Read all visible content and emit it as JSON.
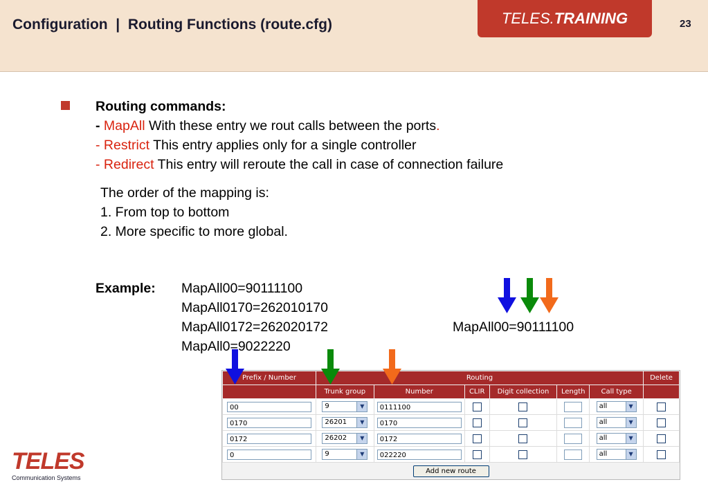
{
  "header": {
    "title": "Configuration  |  Routing Functions (route.cfg)",
    "brand_regular": "TELES.",
    "brand_bold": "TRAINING",
    "page_number": "23"
  },
  "body": {
    "heading": "Routing commands:",
    "lines": [
      {
        "prefix": "- ",
        "keyword": "MapAll",
        "text": " With these entry we rout calls between the ports",
        "suffix": "."
      },
      {
        "prefix": "- ",
        "keyword": "Restrict",
        "text": " This entry applies only for a single controller",
        "suffix": ""
      },
      {
        "prefix": "- ",
        "keyword": "Redirect",
        "text": " This entry will reroute the call in case of connection failure",
        "suffix": ""
      }
    ],
    "order_title": "The order of the mapping  is:",
    "order_items": [
      "1. From top to bottom",
      "2. More specific to more global."
    ],
    "example_label": "Example:",
    "examples": [
      "MapAll00=90111100",
      "MapAll0170=262010170",
      "MapAll0172=262020172",
      "MapAll0=9022220"
    ],
    "callout": "MapAll00=90111100"
  },
  "table": {
    "header_top": {
      "prefix": "Prefix / Number",
      "routing": "Routing",
      "delete": "Delete"
    },
    "header_sub": {
      "trunk": "Trunk group",
      "number": "Number",
      "clir": "CLIR",
      "digit": "Digit collection",
      "length": "Length",
      "calltype": "Call type"
    },
    "rows": [
      {
        "prefix": "00",
        "trunk": "9",
        "number": "0111100",
        "calltype": "all"
      },
      {
        "prefix": "0170",
        "trunk": "26201",
        "number": "0170",
        "calltype": "all"
      },
      {
        "prefix": "0172",
        "trunk": "26202",
        "number": "0172",
        "calltype": "all"
      },
      {
        "prefix": "0",
        "trunk": "9",
        "number": "022220",
        "calltype": "all"
      }
    ],
    "add_button": "Add new route"
  },
  "logo": {
    "word": "TELES",
    "subtitle": "Communication Systems"
  },
  "colors": {
    "accent": "#c0392b",
    "header_bg": "#f5e3cf",
    "arrow_blue": "#1010e0",
    "arrow_green": "#0a8a0a",
    "arrow_orange": "#f26a1b"
  }
}
